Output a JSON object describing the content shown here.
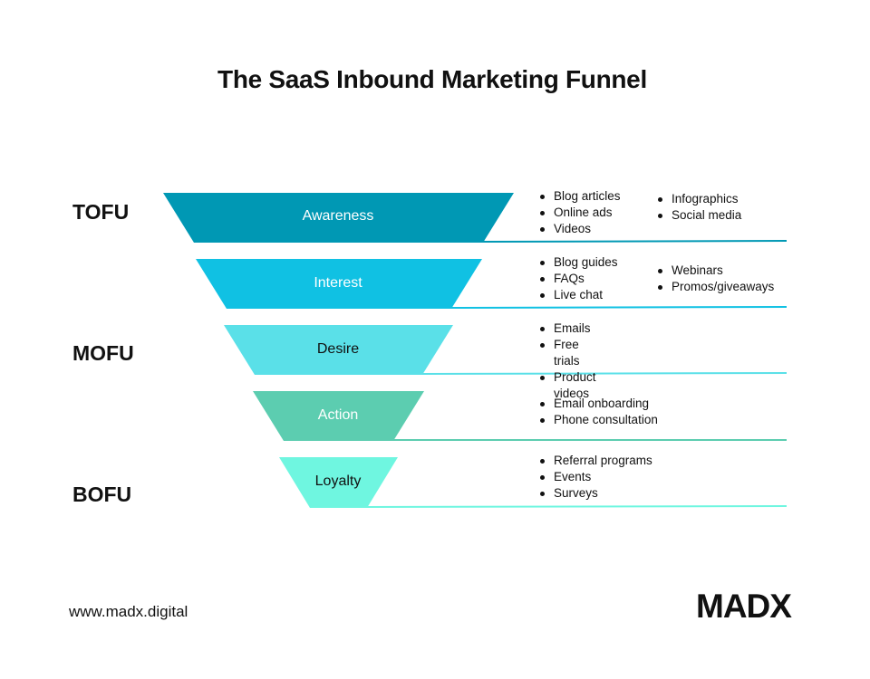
{
  "title": "The SaaS Inbound Marketing Funnel",
  "groups": [
    "TOFU",
    "MOFU",
    "BOFU"
  ],
  "stages": [
    {
      "label": "Awareness",
      "color": "#0098b4",
      "text_color": "#ffffff",
      "col1": [
        "Blog articles",
        "Online ads",
        "Videos"
      ],
      "col2": [
        "Infographics",
        "Social media"
      ]
    },
    {
      "label": "Interest",
      "color": "#10c1e3",
      "text_color": "#ffffff",
      "col1": [
        "Blog guides",
        "FAQs",
        "Live chat"
      ],
      "col2": [
        "Webinars",
        "Promos/giveaways"
      ]
    },
    {
      "label": "Desire",
      "color": "#5ae0e8",
      "text_color": "#111111",
      "col1": [
        "Emails",
        "Free trials",
        "Product videos"
      ],
      "col2": []
    },
    {
      "label": "Action",
      "color": "#5ccdb0",
      "text_color": "#ffffff",
      "col1": [
        "Email onboarding",
        "Phone consultation"
      ],
      "col2": []
    },
    {
      "label": "Loyalty",
      "color": "#6ff6e0",
      "text_color": "#111111",
      "col1": [
        "Referral programs",
        "Events",
        "Surveys"
      ],
      "col2": []
    }
  ],
  "footer": {
    "url": "www.madx.digital",
    "logo": "MADX"
  }
}
